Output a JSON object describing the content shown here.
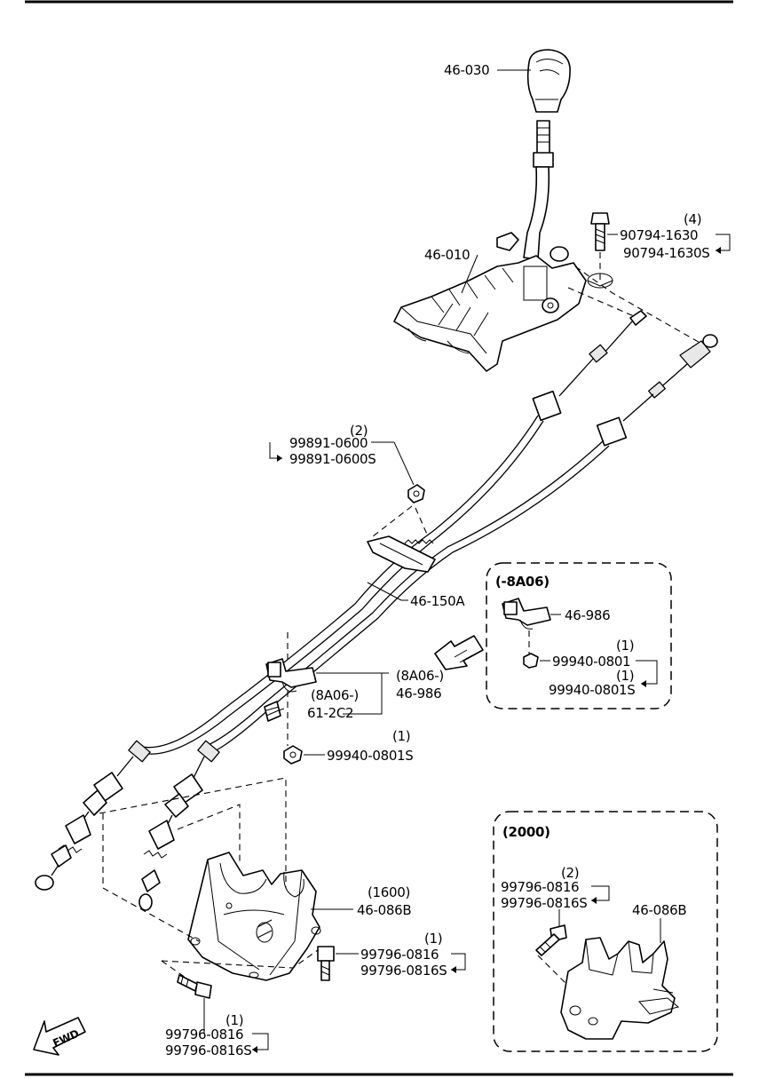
{
  "labels": {
    "knob": "46-030",
    "shifter_base": "46-010",
    "bolt_qty": "(4)",
    "bolt_a": "90794-1630",
    "bolt_b": "90794-1630S",
    "nut_qty": "(2)",
    "nut_a": "99891-0600",
    "nut_b": "99891-0600S",
    "cable_assy": "46-150A",
    "bracket_clip_cond": "(8A06-)",
    "bracket_clip": "46-986",
    "clip_cond": "(8A06-)",
    "clip": "61-2C2",
    "clip_nut_qty": "(1)",
    "clip_nut": "99940-0801S",
    "bracket_cond": "(1600)",
    "bracket": "46-086B",
    "bracket_bolt_qty": "(1)",
    "bracket_bolt_a": "99796-0816",
    "bracket_bolt_b": "99796-0816S",
    "lower_bolt_qty": "(1)",
    "lower_bolt_a": "99796-0816",
    "lower_bolt_b": "99796-0816S",
    "fwd": "FWD"
  },
  "inset_8a06": {
    "title": "(-8A06)",
    "clip": "46-986",
    "nut_qty_a": "(1)",
    "nut_a": "99940-0801",
    "nut_qty_b": "(1)",
    "nut_b": "99940-0801S"
  },
  "inset_2000": {
    "title": "(2000)",
    "bolt_qty": "(2)",
    "bolt_a": "99796-0816",
    "bolt_b": "99796-0816S",
    "bracket": "46-086B"
  }
}
